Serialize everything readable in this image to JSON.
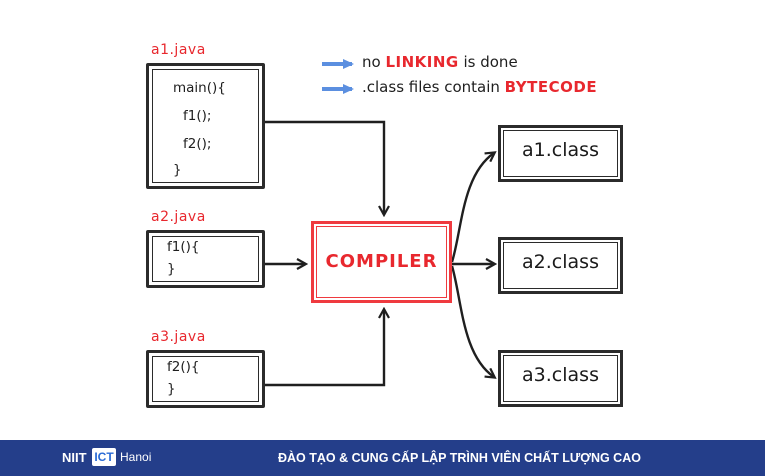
{
  "legend": {
    "items": [
      {
        "prefix": "no ",
        "highlight": "LINKING",
        "suffix": " is done"
      },
      {
        "prefix": ".class files contain ",
        "highlight": "BYTECODE",
        "suffix": ""
      }
    ]
  },
  "sources": [
    {
      "label": "a1.java",
      "lines": [
        "main(){",
        "f1();",
        "f2();",
        "}"
      ]
    },
    {
      "label": "a2.java",
      "lines": [
        "f1(){",
        "}"
      ]
    },
    {
      "label": "a3.java",
      "lines": [
        "f2(){",
        "}"
      ]
    }
  ],
  "compiler": {
    "label": "COMPILER"
  },
  "outputs": [
    {
      "label": "a1.class"
    },
    {
      "label": "a2.class"
    },
    {
      "label": "a3.class"
    }
  ],
  "footer": {
    "logo_text": "NIIT",
    "logo_badge": "ICT",
    "logo_city": "Hanoi",
    "slogan": "ĐÀO TẠO & CUNG CẤP LẬP TRÌNH VIÊN CHẤT LƯỢNG CAO"
  },
  "colors": {
    "accent": "#e8282e",
    "legend_arrow": "#5b8fe0",
    "footer_bg": "#243e8a"
  }
}
